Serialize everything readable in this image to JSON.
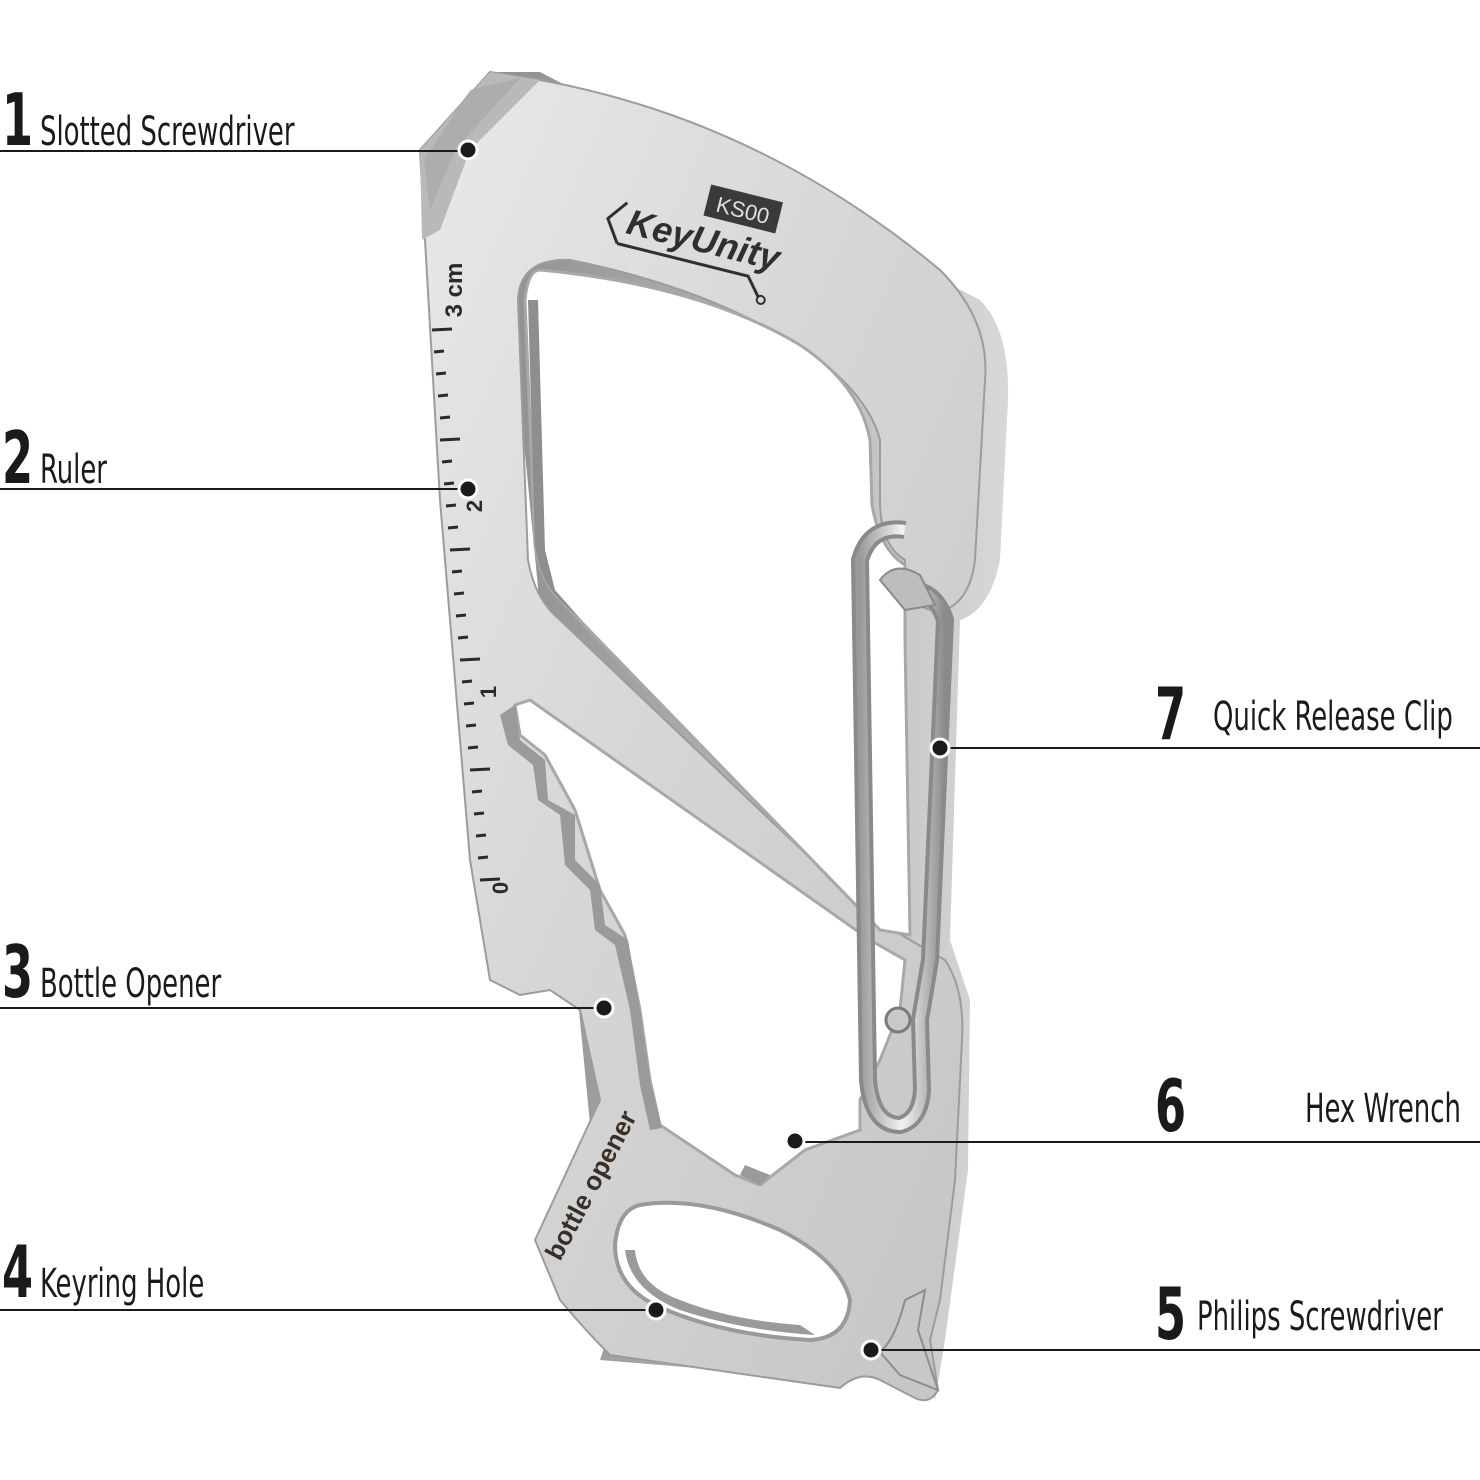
{
  "brand": {
    "name": "KeyUnity",
    "model": "KS00"
  },
  "engravings": {
    "bottle_opener": "bottle opener",
    "ruler_unit": "3 cm",
    "ruler_marks": [
      "0",
      "1",
      "2"
    ]
  },
  "callouts": [
    {
      "id": "slotted-screwdriver",
      "number": "1",
      "label": "Slotted Screwdriver"
    },
    {
      "id": "ruler",
      "number": "2",
      "label": "Ruler"
    },
    {
      "id": "bottle-opener",
      "number": "3",
      "label": "Bottle Opener"
    },
    {
      "id": "keyring-hole",
      "number": "4",
      "label": "Keyring Hole"
    },
    {
      "id": "philips-screwdriver",
      "number": "5",
      "label": "Philips Screwdriver"
    },
    {
      "id": "hex-wrench",
      "number": "6",
      "label": "Hex Wrench"
    },
    {
      "id": "quick-release-clip",
      "number": "7",
      "label": "Quick Release Clip"
    }
  ]
}
